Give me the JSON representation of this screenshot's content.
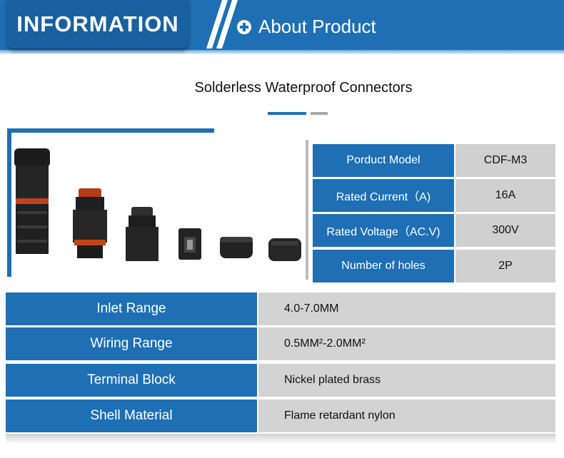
{
  "header": {
    "tab_label": "INFORMATION",
    "about_label": "About Product",
    "icon": "plus-circle-icon",
    "colors": {
      "brand_blue": "#1e6fb3",
      "tab_blue": "#1a5f9e"
    }
  },
  "title": "Solderless Waterproof Connectors",
  "spec_table": [
    {
      "label": "Porduct Model",
      "value": "CDF-M3"
    },
    {
      "label": "Rated Current（A)",
      "value": "16A"
    },
    {
      "label": "Rated Voltage（AC.V)",
      "value": "300V"
    },
    {
      "label": "Number of holes",
      "value": "2P"
    }
  ],
  "detail_table": [
    {
      "label": "Inlet Range",
      "value": "4.0-7.0MM"
    },
    {
      "label": "Wiring Range",
      "value": "0.5MM²-2.0MM²"
    },
    {
      "label": "Terminal Block",
      "value": "Nickel plated brass"
    },
    {
      "label": "Shell Material",
      "value": "Flame retardant nylon"
    }
  ]
}
